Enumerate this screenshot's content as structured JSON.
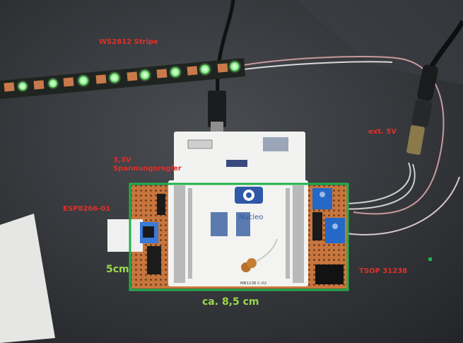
{
  "labels": {
    "ws_stripe": "WS2812 Stripe",
    "ext_5v": "ext. 5V",
    "regulator_line1": "3,3V",
    "regulator_line2": "Spannungsregler",
    "esp": "ESP8266-01",
    "tsop": "TSOP 31238",
    "height": "5cm",
    "width": "ca. 8,5 cm"
  },
  "board": {
    "brand": "Nucleo",
    "model": "MB1136 C-02"
  },
  "colors": {
    "annotation_red": "#e0302a",
    "annotation_green": "#9ad84a",
    "frame_green": "#22b04a",
    "background": "#2a2c30"
  }
}
